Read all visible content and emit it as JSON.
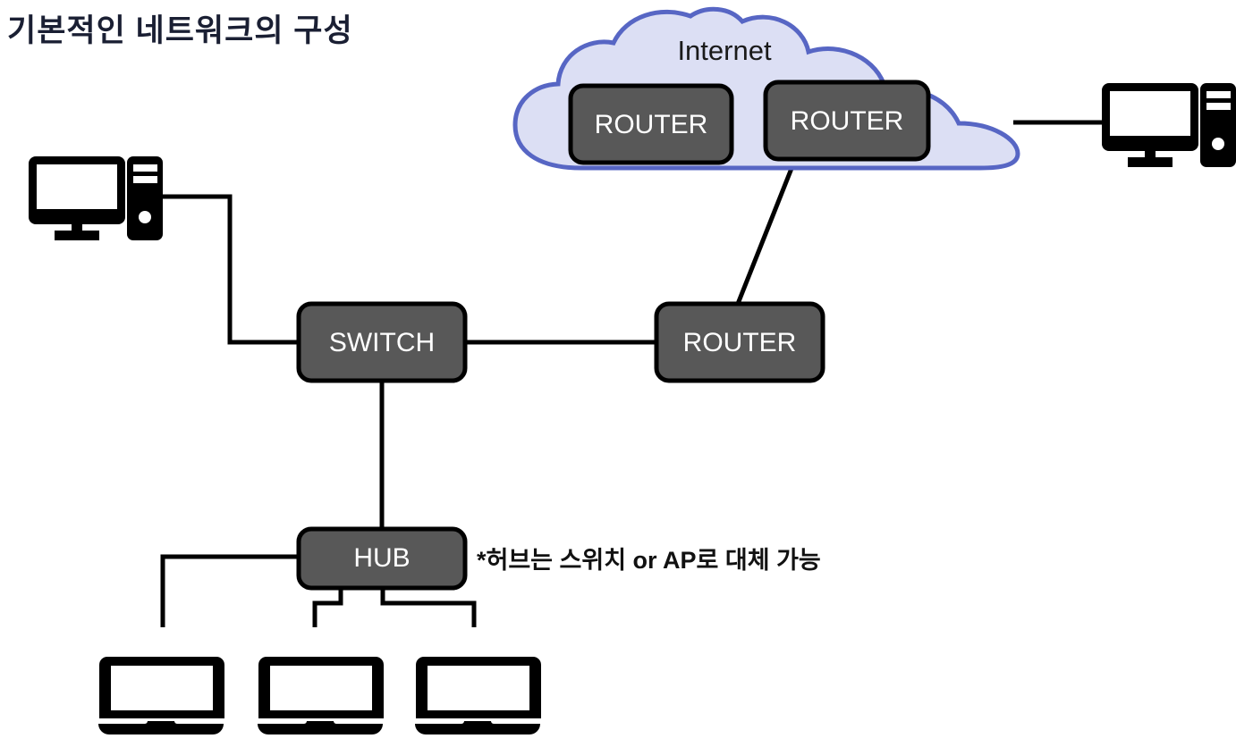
{
  "page": {
    "title": "기본적인 네트워크의 구성",
    "background_color": "#ffffff"
  },
  "colors": {
    "title_text": "#1a1f33",
    "cloud_fill": "#dcdff4",
    "cloud_stroke": "#5766c4",
    "node_fill": "#585858",
    "node_stroke": "#000000",
    "node_text": "#ffffff",
    "line": "#000000",
    "note_text": "#111111"
  },
  "cloud": {
    "label": "Internet",
    "routers": [
      {
        "label": "ROUTER",
        "name": "cloud-router-left"
      },
      {
        "label": "ROUTER",
        "name": "cloud-router-right"
      }
    ]
  },
  "nodes": {
    "switch": {
      "label": "SWITCH"
    },
    "router_edge": {
      "label": "ROUTER"
    },
    "hub": {
      "label": "HUB"
    }
  },
  "devices": {
    "desktop_left": {
      "name": "desktop-left",
      "type": "desktop-computer-icon"
    },
    "desktop_right": {
      "name": "desktop-right",
      "type": "desktop-computer-icon"
    },
    "laptops": [
      {
        "name": "laptop-1",
        "type": "laptop-icon"
      },
      {
        "name": "laptop-2",
        "type": "laptop-icon"
      },
      {
        "name": "laptop-3",
        "type": "laptop-icon"
      }
    ]
  },
  "annotation": {
    "note": "*허브는 스위치 or AP로 대체 가능"
  }
}
